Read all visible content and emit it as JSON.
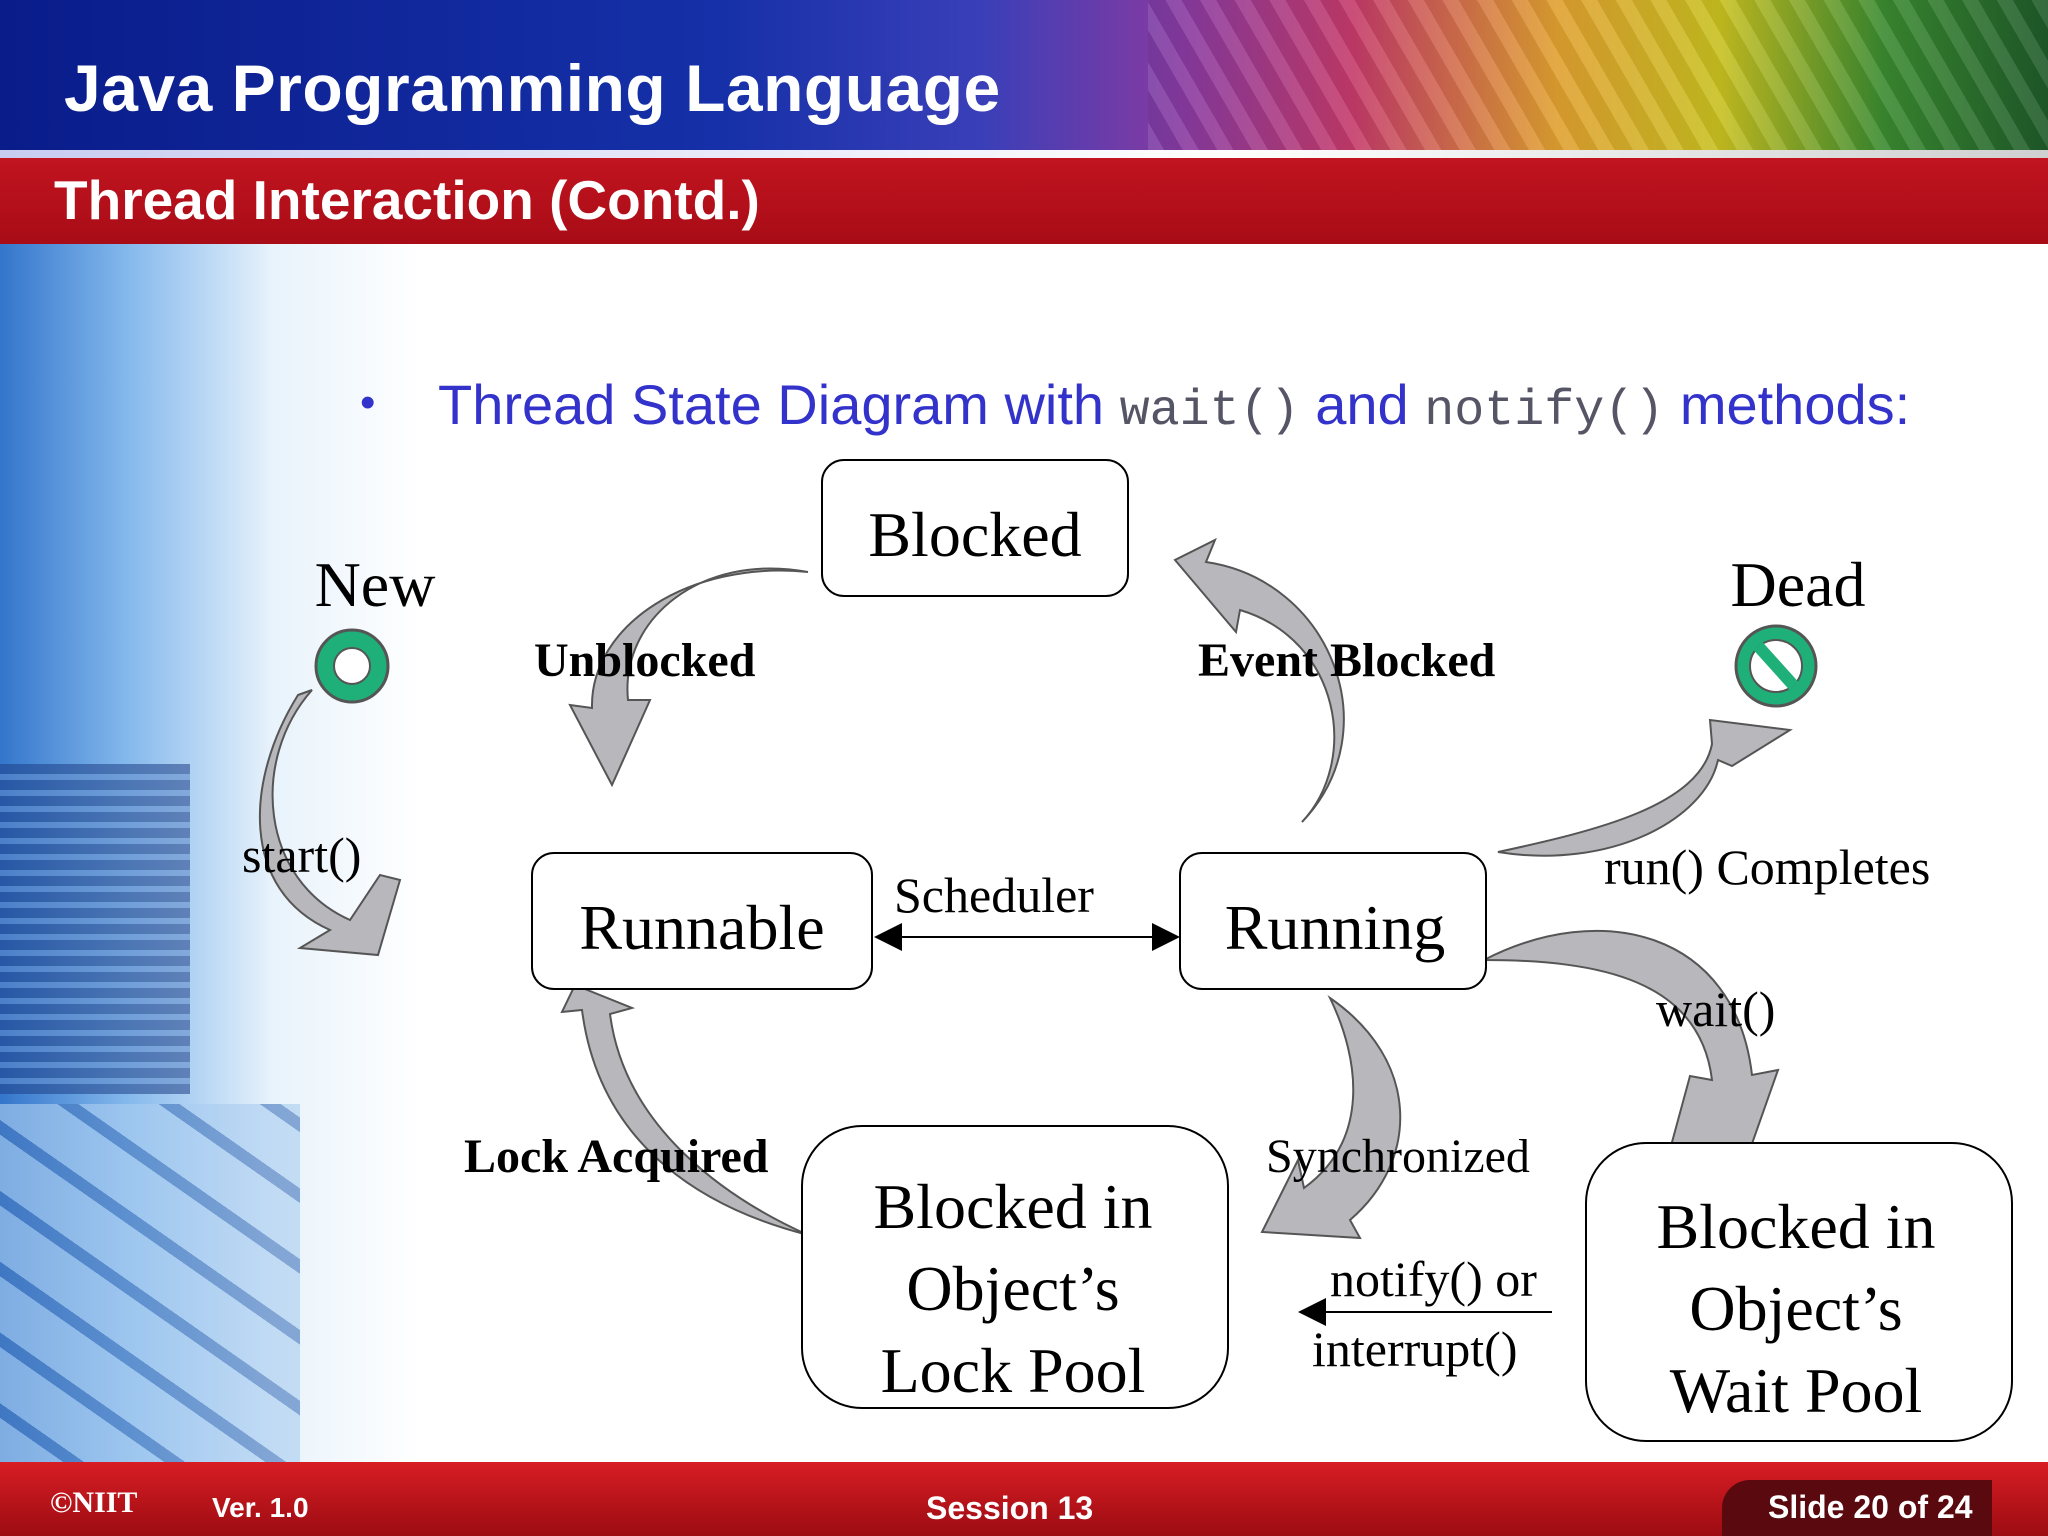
{
  "header": {
    "course_title": "Java Programming Language",
    "slide_title": "Thread Interaction (Contd.)"
  },
  "bullet": {
    "text_before": "Thread State Diagram with ",
    "code_1": "wait()",
    "text_middle": " and ",
    "code_2": "notify()",
    "text_after": " methods:"
  },
  "diagram": {
    "states": {
      "new": "New",
      "dead": "Dead",
      "blocked": "Blocked",
      "runnable": "Runnable",
      "running": "Running",
      "lock_pool": [
        "Blocked in",
        "Object’s",
        "Lock Pool"
      ],
      "wait_pool": [
        "Blocked in",
        "Object’s",
        "Wait Pool"
      ]
    },
    "transitions": {
      "start": "start()",
      "unblocked": "Unblocked",
      "event_blocked": "Event Blocked",
      "scheduler": "Scheduler",
      "run_completes": "run() Completes",
      "wait": "wait()",
      "synchronized": "Synchronized",
      "notify_line1": "notify() or",
      "notify_line2": "interrupt()",
      "lock_acquired": "Lock Acquired"
    },
    "colors": {
      "arrow_fill": "#b8b8bc",
      "icon_green": "#1fb07a"
    }
  },
  "footer": {
    "logo": "©NIIT",
    "version": "Ver.  1.0",
    "session": "Session 13",
    "slide_number": "Slide 20 of 24"
  }
}
